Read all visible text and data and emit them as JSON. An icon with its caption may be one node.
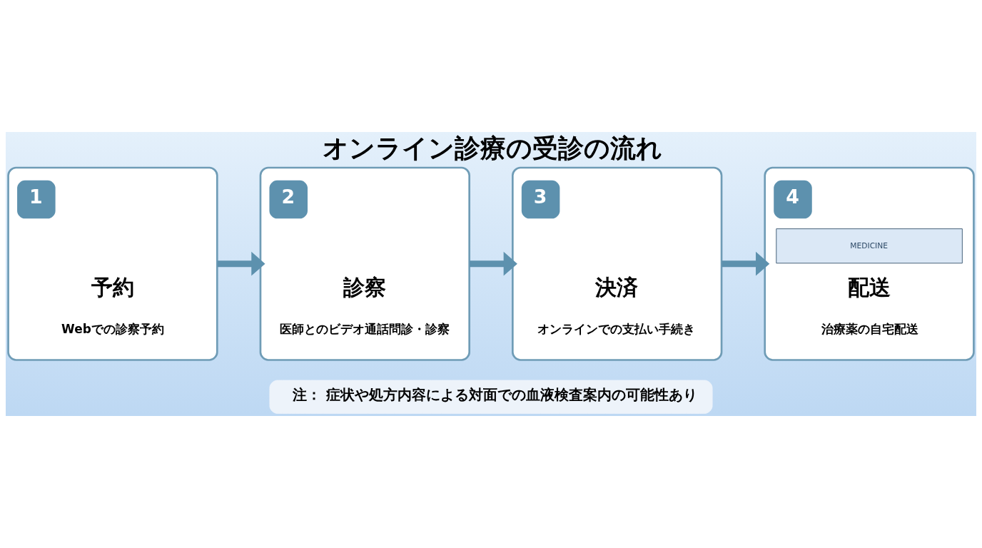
{
  "diagram": {
    "title": "オンライン診療の受診の流れ",
    "nodes": [
      {
        "text": [
          "1",
          "予約",
          "Webでの診察予約"
        ]
      },
      {
        "text": [
          "2",
          "診察",
          "医師とのビデオ通話問診・診察"
        ]
      },
      {
        "text": [
          "3",
          "決済",
          "オンラインでの支払い手続き"
        ]
      },
      {
        "text": [
          "4",
          "MEDICINE",
          "配送",
          "治療薬の自宅配送"
        ]
      },
      {
        "text": [
          "注： 症状や処方内容による対面での血液検査案内の可能性あり"
        ]
      }
    ],
    "edges": [
      {
        "from": 0,
        "to": 1,
        "arrow": "to"
      },
      {
        "from": 1,
        "to": 2,
        "arrow": "to"
      },
      {
        "from": 2,
        "to": 3,
        "arrow": "to"
      }
    ]
  }
}
